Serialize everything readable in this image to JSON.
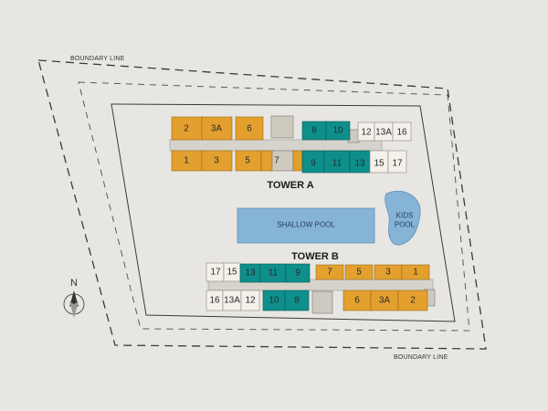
{
  "labels": {
    "boundary_top": "BOUNDARY LINE",
    "boundary_bottom": "BOUNDARY LINE",
    "tower_a": "TOWER A",
    "tower_b": "TOWER B",
    "shallow_pool": "SHALLOW POOL",
    "kids_pool_line1": "KIDS",
    "kids_pool_line2": "POOL",
    "north": "N"
  },
  "colors": {
    "orange": "#e3a02e",
    "teal": "#0e8f8c",
    "white": "#f4f1ea",
    "pool": "#86b4d6",
    "corridor": "#d6d3cc",
    "line": "#3a3a3a",
    "background": "#e8e6e2"
  },
  "units": [
    "2",
    "3A",
    "6",
    "8",
    "10",
    "12",
    "13A",
    "16",
    "1",
    "3",
    "5",
    "7",
    "9",
    "11",
    "13",
    "15",
    "17",
    "17",
    "15",
    "13",
    "11",
    "9",
    "7",
    "5",
    "3",
    "1",
    "16",
    "13A",
    "12",
    "10",
    "8",
    "6",
    "3A",
    "2"
  ]
}
